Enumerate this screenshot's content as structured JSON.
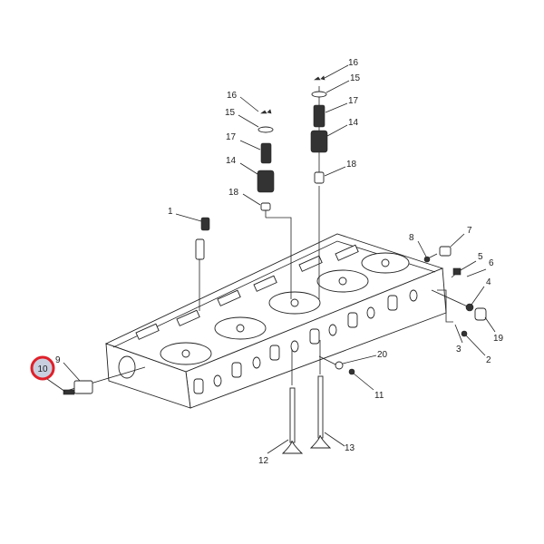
{
  "diagram": {
    "title": "Cylinder head exploded view",
    "highlighted_callout": "10",
    "highlight_color": "#e0202a",
    "highlight_fill": "#c8d0e0"
  },
  "callouts": {
    "c1": "1",
    "c2": "2",
    "c3": "3",
    "c4": "4",
    "c5": "5",
    "c6": "6",
    "c7": "7",
    "c8": "8",
    "c9": "9",
    "c10": "10",
    "c11": "11",
    "c12": "12",
    "c13": "13",
    "c14a": "14",
    "c15a": "15",
    "c16a": "16",
    "c17a": "17",
    "c18a": "18",
    "c14b": "14",
    "c15b": "15",
    "c16b": "16",
    "c17b": "17",
    "c18b": "18",
    "c19": "19",
    "c20": "20"
  }
}
